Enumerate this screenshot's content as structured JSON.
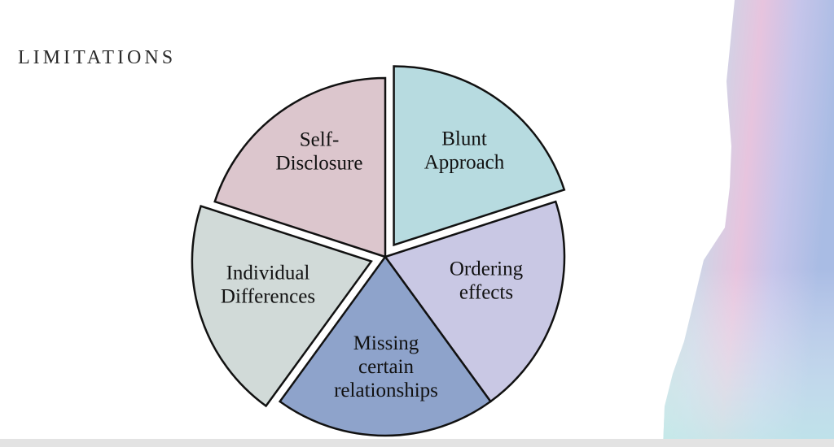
{
  "slide": {
    "title": "LIMITATIONS"
  },
  "diagram": {
    "type": "exploded-pie",
    "slices": [
      {
        "name": "blunt-approach",
        "lines": [
          "Blunt",
          "Approach"
        ],
        "color": "#b7dbe0",
        "exploded": true
      },
      {
        "name": "ordering-effects",
        "lines": [
          "Ordering",
          "effects"
        ],
        "color": "#c9c8e4",
        "exploded": false
      },
      {
        "name": "missing-certain-relationships",
        "lines": [
          "Missing",
          "certain",
          "relationships"
        ],
        "color": "#8ea3cb",
        "exploded": false
      },
      {
        "name": "individual-differences",
        "lines": [
          "Individual",
          "Differences"
        ],
        "color": "#d1dad8",
        "exploded": true
      },
      {
        "name": "self-disclosure",
        "lines": [
          "Self-",
          "Disclosure"
        ],
        "color": "#dcc6cd",
        "exploded": false
      }
    ]
  },
  "decoration": {
    "name": "iridescent-watercolor-strip",
    "colors": [
      "#b5ddd6",
      "#e6c4de",
      "#c7c6ea",
      "#a9bce4",
      "#bfe8ea",
      "#e6e3e7"
    ]
  }
}
